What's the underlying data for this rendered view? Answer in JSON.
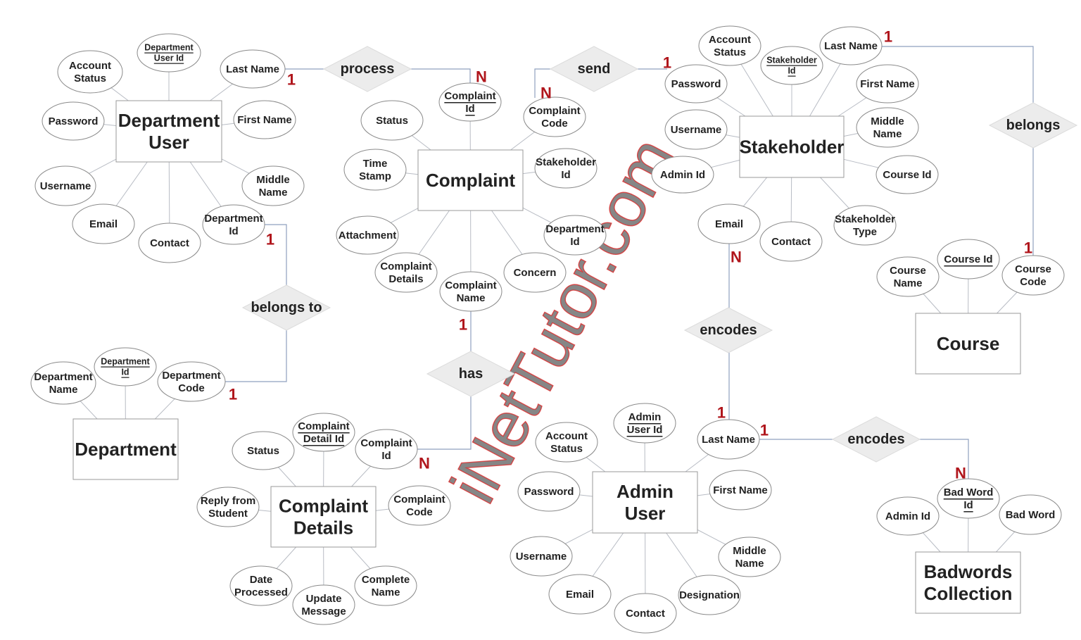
{
  "colors": {
    "cardinality": "#b0161c",
    "watermark": "#d92b2b",
    "line": "#b8bcc4",
    "connector": "#8fa0bf",
    "diamond_fill": "#ececec"
  },
  "watermark": "iNetTutor.com",
  "entities": [
    {
      "id": "department-user",
      "lines": [
        "Department",
        "User"
      ]
    },
    {
      "id": "complaint",
      "lines": [
        "Complaint"
      ]
    },
    {
      "id": "stakeholder",
      "lines": [
        "Stakeholder"
      ]
    },
    {
      "id": "department",
      "lines": [
        "Department"
      ]
    },
    {
      "id": "complaint-details",
      "lines": [
        "Complaint",
        "Details"
      ]
    },
    {
      "id": "admin-user",
      "lines": [
        "Admin",
        "User"
      ]
    },
    {
      "id": "course",
      "lines": [
        "Course"
      ]
    },
    {
      "id": "badwords-collection",
      "lines": [
        "Badwords",
        "Collection"
      ]
    }
  ],
  "relationships": [
    {
      "id": "process",
      "label": "process"
    },
    {
      "id": "send",
      "label": "send"
    },
    {
      "id": "belongs",
      "label": "belongs"
    },
    {
      "id": "belongs-to",
      "label": "belongs to"
    },
    {
      "id": "has",
      "label": "has"
    },
    {
      "id": "encodes-stakeholder",
      "label": "encodes"
    },
    {
      "id": "encodes-badword",
      "label": "encodes"
    }
  ],
  "attributes": [
    {
      "id": "du-account-status",
      "lines": [
        "Account",
        "Status"
      ],
      "key": false
    },
    {
      "id": "du-department-user-id",
      "lines": [
        "Department",
        "User Id"
      ],
      "key": true
    },
    {
      "id": "du-last-name",
      "lines": [
        "Last Name"
      ],
      "key": false
    },
    {
      "id": "du-password",
      "lines": [
        "Password"
      ],
      "key": false
    },
    {
      "id": "du-first-name",
      "lines": [
        "First Name"
      ],
      "key": false
    },
    {
      "id": "du-username",
      "lines": [
        "Username"
      ],
      "key": false
    },
    {
      "id": "du-middle-name",
      "lines": [
        "Middle",
        "Name"
      ],
      "key": false
    },
    {
      "id": "du-email",
      "lines": [
        "Email"
      ],
      "key": false
    },
    {
      "id": "du-contact",
      "lines": [
        "Contact"
      ],
      "key": false
    },
    {
      "id": "du-department-id",
      "lines": [
        "Department",
        "Id"
      ],
      "key": false
    },
    {
      "id": "c-complaint-id",
      "lines": [
        "Complaint",
        "Id"
      ],
      "key": true
    },
    {
      "id": "c-status",
      "lines": [
        "Status"
      ],
      "key": false
    },
    {
      "id": "c-complaint-code",
      "lines": [
        "Complaint",
        "Code"
      ],
      "key": false
    },
    {
      "id": "c-time-stamp",
      "lines": [
        "Time",
        "Stamp"
      ],
      "key": false
    },
    {
      "id": "c-stakeholder-id",
      "lines": [
        "Stakeholder",
        "Id"
      ],
      "key": false
    },
    {
      "id": "c-attachment",
      "lines": [
        "Attachment"
      ],
      "key": false
    },
    {
      "id": "c-department-id",
      "lines": [
        "Department",
        "Id"
      ],
      "key": false
    },
    {
      "id": "c-complaint-details",
      "lines": [
        "Complaint",
        "Details"
      ],
      "key": false
    },
    {
      "id": "c-complaint-name",
      "lines": [
        "Complaint",
        "Name"
      ],
      "key": false
    },
    {
      "id": "c-concern",
      "lines": [
        "Concern"
      ],
      "key": false
    },
    {
      "id": "s-account-status",
      "lines": [
        "Account",
        "Status"
      ],
      "key": false
    },
    {
      "id": "s-stakeholder-id",
      "lines": [
        "Stakeholder",
        "Id"
      ],
      "key": true
    },
    {
      "id": "s-last-name",
      "lines": [
        "Last Name"
      ],
      "key": false
    },
    {
      "id": "s-password",
      "lines": [
        "Password"
      ],
      "key": false
    },
    {
      "id": "s-first-name",
      "lines": [
        "First Name"
      ],
      "key": false
    },
    {
      "id": "s-username",
      "lines": [
        "Username"
      ],
      "key": false
    },
    {
      "id": "s-middle-name",
      "lines": [
        "Middle",
        "Name"
      ],
      "key": false
    },
    {
      "id": "s-admin-id",
      "lines": [
        "Admin Id"
      ],
      "key": false
    },
    {
      "id": "s-course-id",
      "lines": [
        "Course Id"
      ],
      "key": false
    },
    {
      "id": "s-email",
      "lines": [
        "Email"
      ],
      "key": false
    },
    {
      "id": "s-contact",
      "lines": [
        "Contact"
      ],
      "key": false
    },
    {
      "id": "s-stakeholder-type",
      "lines": [
        "Stakeholder",
        "Type"
      ],
      "key": false
    },
    {
      "id": "co-course-name",
      "lines": [
        "Course",
        "Name"
      ],
      "key": false
    },
    {
      "id": "co-course-id",
      "lines": [
        "Course Id"
      ],
      "key": true
    },
    {
      "id": "co-course-code",
      "lines": [
        "Course",
        "Code"
      ],
      "key": false
    },
    {
      "id": "d-department-name",
      "lines": [
        "Department",
        "Name"
      ],
      "key": false
    },
    {
      "id": "d-department-id",
      "lines": [
        "Department",
        "Id"
      ],
      "key": true
    },
    {
      "id": "d-department-code",
      "lines": [
        "Department",
        "Code"
      ],
      "key": false
    },
    {
      "id": "cd-status",
      "lines": [
        "Status"
      ],
      "key": false
    },
    {
      "id": "cd-complaint-detail-id",
      "lines": [
        "Complaint",
        "Detail Id"
      ],
      "key": true
    },
    {
      "id": "cd-complaint-id",
      "lines": [
        "Complaint",
        "Id"
      ],
      "key": false
    },
    {
      "id": "cd-reply-from-student",
      "lines": [
        "Reply from",
        "Student"
      ],
      "key": false
    },
    {
      "id": "cd-complaint-code",
      "lines": [
        "Complaint",
        "Code"
      ],
      "key": false
    },
    {
      "id": "cd-date-processed",
      "lines": [
        "Date",
        "Processed"
      ],
      "key": false
    },
    {
      "id": "cd-update-message",
      "lines": [
        "Update",
        "Message"
      ],
      "key": false
    },
    {
      "id": "cd-complete-name",
      "lines": [
        "Complete",
        "Name"
      ],
      "key": false
    },
    {
      "id": "a-account-status",
      "lines": [
        "Account",
        "Status"
      ],
      "key": false
    },
    {
      "id": "a-admin-user-id",
      "lines": [
        "Admin",
        "User Id"
      ],
      "key": true
    },
    {
      "id": "a-last-name",
      "lines": [
        "Last Name"
      ],
      "key": false
    },
    {
      "id": "a-password",
      "lines": [
        "Password"
      ],
      "key": false
    },
    {
      "id": "a-first-name",
      "lines": [
        "First Name"
      ],
      "key": false
    },
    {
      "id": "a-username",
      "lines": [
        "Username"
      ],
      "key": false
    },
    {
      "id": "a-middle-name",
      "lines": [
        "Middle",
        "Name"
      ],
      "key": false
    },
    {
      "id": "a-email",
      "lines": [
        "Email"
      ],
      "key": false
    },
    {
      "id": "a-contact",
      "lines": [
        "Contact"
      ],
      "key": false
    },
    {
      "id": "a-designation",
      "lines": [
        "Designation"
      ],
      "key": false
    },
    {
      "id": "b-admin-id",
      "lines": [
        "Admin Id"
      ],
      "key": false
    },
    {
      "id": "b-bad-word-id",
      "lines": [
        "Bad Word",
        "Id"
      ],
      "key": true
    },
    {
      "id": "b-bad-word",
      "lines": [
        "Bad Word"
      ],
      "key": false
    }
  ],
  "cardinalities": [
    {
      "id": "card-du-process",
      "label": "1"
    },
    {
      "id": "card-complaint-process",
      "label": "N"
    },
    {
      "id": "card-complaint-send",
      "label": "N"
    },
    {
      "id": "card-stakeholder-send",
      "label": "1"
    },
    {
      "id": "card-stakeholder-belongs",
      "label": "1"
    },
    {
      "id": "card-course-belongs",
      "label": "1"
    },
    {
      "id": "card-du-belongs-to",
      "label": "1"
    },
    {
      "id": "card-department-belongs-to",
      "label": "1"
    },
    {
      "id": "card-complaint-has",
      "label": "1"
    },
    {
      "id": "card-details-has",
      "label": "N"
    },
    {
      "id": "card-stakeholder-encodes",
      "label": "N"
    },
    {
      "id": "card-admin-encodes",
      "label": "1"
    },
    {
      "id": "card-admin-encodes-bw",
      "label": "1"
    },
    {
      "id": "card-badword-encodes",
      "label": "N"
    }
  ]
}
